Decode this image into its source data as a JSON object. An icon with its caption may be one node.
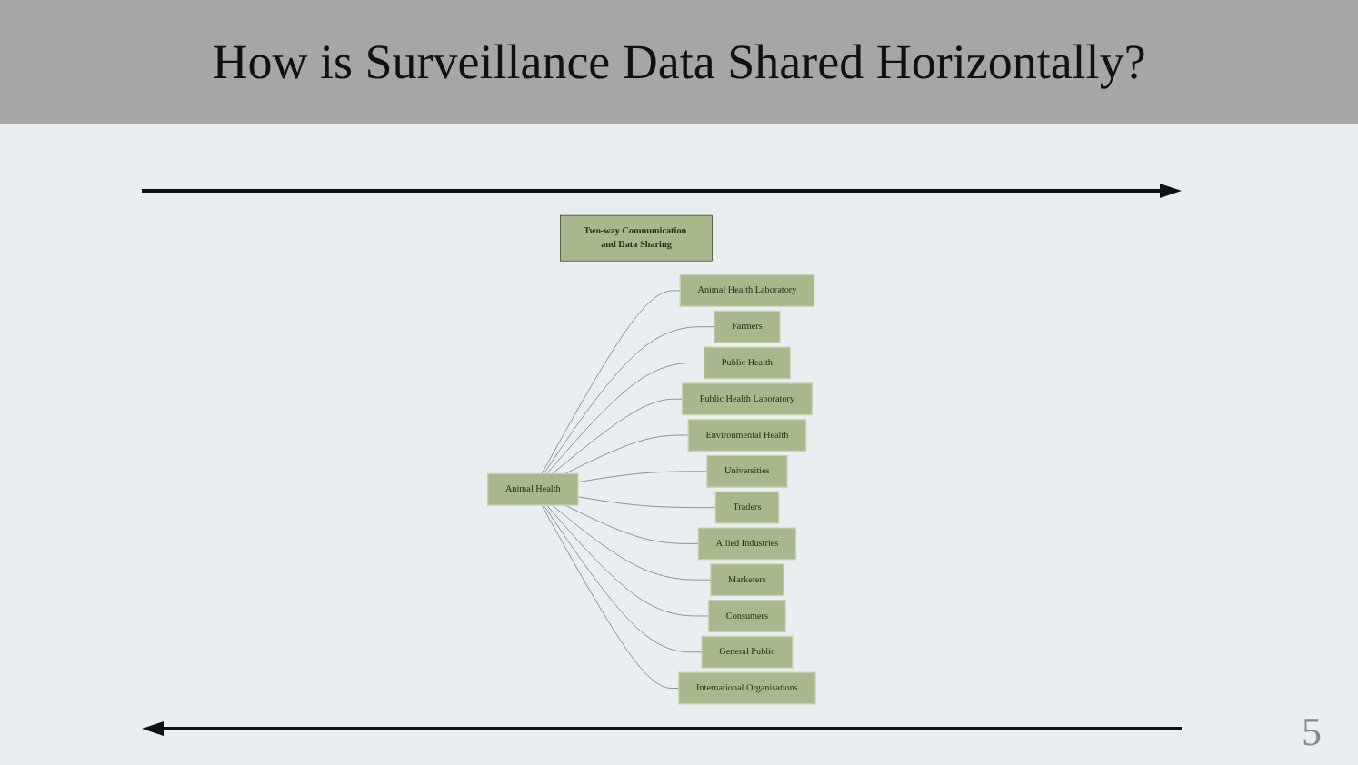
{
  "diagram": {
    "title": "How is Surveillance Data Shared Horizontally?",
    "nodes": [
      {
        "text": [
          "Two-way Communication and Data Sharing"
        ]
      },
      {
        "text": [
          "Animal Health"
        ]
      },
      {
        "text": [
          "Animal Health Laboratory"
        ]
      },
      {
        "text": [
          "Farmers"
        ]
      },
      {
        "text": [
          "Public Health"
        ]
      },
      {
        "text": [
          "Public Health Laboratory"
        ]
      },
      {
        "text": [
          "Environmental Health"
        ]
      },
      {
        "text": [
          "Universities"
        ]
      },
      {
        "text": [
          "Traders"
        ]
      },
      {
        "text": [
          "Allied Industries"
        ]
      },
      {
        "text": [
          "Marketers"
        ]
      },
      {
        "text": [
          "Consumers"
        ]
      },
      {
        "text": [
          "General Public"
        ]
      },
      {
        "text": [
          "International Organisations"
        ]
      }
    ],
    "edges": [
      {
        "from": 1,
        "to": 2,
        "arrow": "none"
      },
      {
        "from": 1,
        "to": 3,
        "arrow": "none"
      },
      {
        "from": 1,
        "to": 4,
        "arrow": "none"
      },
      {
        "from": 1,
        "to": 5,
        "arrow": "none"
      },
      {
        "from": 1,
        "to": 6,
        "arrow": "none"
      },
      {
        "from": 1,
        "to": 7,
        "arrow": "none"
      },
      {
        "from": 1,
        "to": 8,
        "arrow": "none"
      },
      {
        "from": 1,
        "to": 9,
        "arrow": "none"
      },
      {
        "from": 1,
        "to": 10,
        "arrow": "none"
      },
      {
        "from": 1,
        "to": 11,
        "arrow": "none"
      },
      {
        "from": 1,
        "to": 12,
        "arrow": "none"
      },
      {
        "from": 1,
        "to": 13,
        "arrow": "none"
      }
    ],
    "labels": [
      "5"
    ]
  }
}
